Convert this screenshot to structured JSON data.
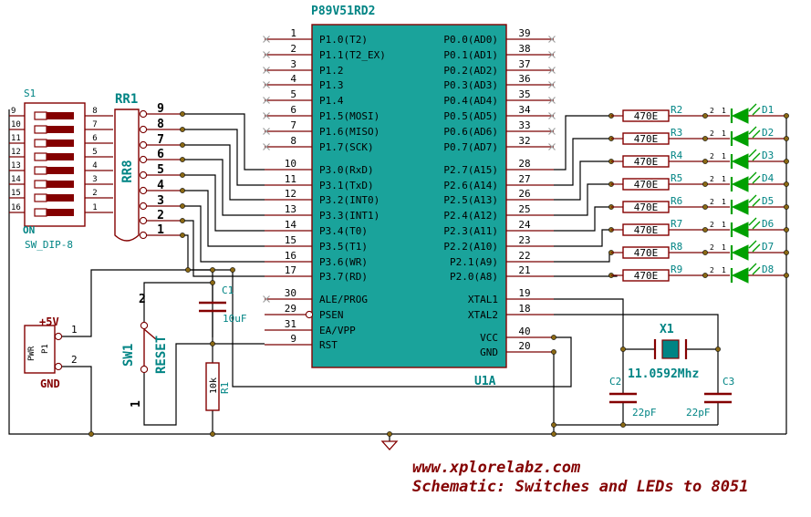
{
  "chip": {
    "name": "P89V51RD2",
    "ref": "U1A",
    "left_pins": [
      {
        "num": "1",
        "name": "P1.0(T2)"
      },
      {
        "num": "2",
        "name": "P1.1(T2_EX)"
      },
      {
        "num": "3",
        "name": "P1.2"
      },
      {
        "num": "4",
        "name": "P1.3"
      },
      {
        "num": "5",
        "name": "P1.4"
      },
      {
        "num": "6",
        "name": "P1.5(MOSI)"
      },
      {
        "num": "7",
        "name": "P1.6(MISO)"
      },
      {
        "num": "8",
        "name": "P1.7(SCK)"
      },
      {
        "num": "10",
        "name": "P3.0(RxD)"
      },
      {
        "num": "11",
        "name": "P3.1(TxD)"
      },
      {
        "num": "12",
        "name": "P3.2(INT0)"
      },
      {
        "num": "13",
        "name": "P3.3(INT1)"
      },
      {
        "num": "14",
        "name": "P3.4(T0)"
      },
      {
        "num": "15",
        "name": "P3.5(T1)"
      },
      {
        "num": "16",
        "name": "P3.6(WR)"
      },
      {
        "num": "17",
        "name": "P3.7(RD)"
      },
      {
        "num": "30",
        "name": "ALE/PROG"
      },
      {
        "num": "29",
        "name": "PSEN"
      },
      {
        "num": "31",
        "name": "EA/VPP"
      },
      {
        "num": "9",
        "name": "RST"
      }
    ],
    "right_pins": [
      {
        "num": "39",
        "name": "P0.0(AD0)"
      },
      {
        "num": "38",
        "name": "P0.1(AD1)"
      },
      {
        "num": "37",
        "name": "P0.2(AD2)"
      },
      {
        "num": "36",
        "name": "P0.3(AD3)"
      },
      {
        "num": "35",
        "name": "P0.4(AD4)"
      },
      {
        "num": "34",
        "name": "P0.5(AD5)"
      },
      {
        "num": "33",
        "name": "P0.6(AD6)"
      },
      {
        "num": "32",
        "name": "P0.7(AD7)"
      },
      {
        "num": "28",
        "name": "P2.7(A15)"
      },
      {
        "num": "27",
        "name": "P2.6(A14)"
      },
      {
        "num": "26",
        "name": "P2.5(A13)"
      },
      {
        "num": "25",
        "name": "P2.4(A12)"
      },
      {
        "num": "24",
        "name": "P2.3(A11)"
      },
      {
        "num": "23",
        "name": "P2.2(A10)"
      },
      {
        "num": "22",
        "name": "P2.1(A9)"
      },
      {
        "num": "21",
        "name": "P2.0(A8)"
      },
      {
        "num": "19",
        "name": "XTAL1"
      },
      {
        "num": "18",
        "name": "XTAL2"
      },
      {
        "num": "40",
        "name": "VCC"
      },
      {
        "num": "20",
        "name": "GND"
      }
    ]
  },
  "dip": {
    "ref": "S1",
    "value": "SW_DIP-8",
    "on_label": "ON",
    "left_nums": [
      "9",
      "10",
      "11",
      "12",
      "13",
      "14",
      "15",
      "16"
    ],
    "right_nums": [
      "8",
      "7",
      "6",
      "5",
      "4",
      "3",
      "2",
      "1"
    ]
  },
  "rr": {
    "ref": "RR1",
    "value": "RR8",
    "pins": [
      "9",
      "8",
      "7",
      "6",
      "5",
      "4",
      "3",
      "2",
      "1"
    ]
  },
  "leds": [
    {
      "res": "R2",
      "res_val": "470E",
      "led": "D1"
    },
    {
      "res": "R3",
      "res_val": "470E",
      "led": "D2"
    },
    {
      "res": "R4",
      "res_val": "470E",
      "led": "D3"
    },
    {
      "res": "R5",
      "res_val": "470E",
      "led": "D4"
    },
    {
      "res": "R6",
      "res_val": "470E",
      "led": "D5"
    },
    {
      "res": "R7",
      "res_val": "470E",
      "led": "D6"
    },
    {
      "res": "R8",
      "res_val": "470E",
      "led": "D7"
    },
    {
      "res": "R9",
      "res_val": "470E",
      "led": "D8"
    }
  ],
  "led_pin_nums": [
    "2",
    "1"
  ],
  "power": {
    "ref": "P1",
    "value": "PWR",
    "plus": "+5V",
    "gnd": "GND",
    "pin1": "1",
    "pin2": "2"
  },
  "reset": {
    "ref": "SW1",
    "value": "RESET",
    "pin2": "2",
    "pin1": "1",
    "cap_ref": "C1",
    "cap_val": "10uF",
    "res_ref": "R1",
    "res_val": "10k"
  },
  "crystal": {
    "ref": "X1",
    "value": "11.0592Mhz",
    "c2_ref": "C2",
    "c2_val": "22pF",
    "c3_ref": "C3",
    "c3_val": "22pF"
  },
  "footer": {
    "url": "www.xplorelabz.com",
    "caption": "Schematic:  Switches and LEDs to 8051"
  },
  "colors": {
    "wire": "#000000",
    "component": "#840000",
    "chip_fill": "#1aa39b",
    "label": "#008484",
    "led": "#00a000",
    "pin": "#7a0000",
    "nc": "#a0a0a0",
    "footer": "#840000"
  }
}
